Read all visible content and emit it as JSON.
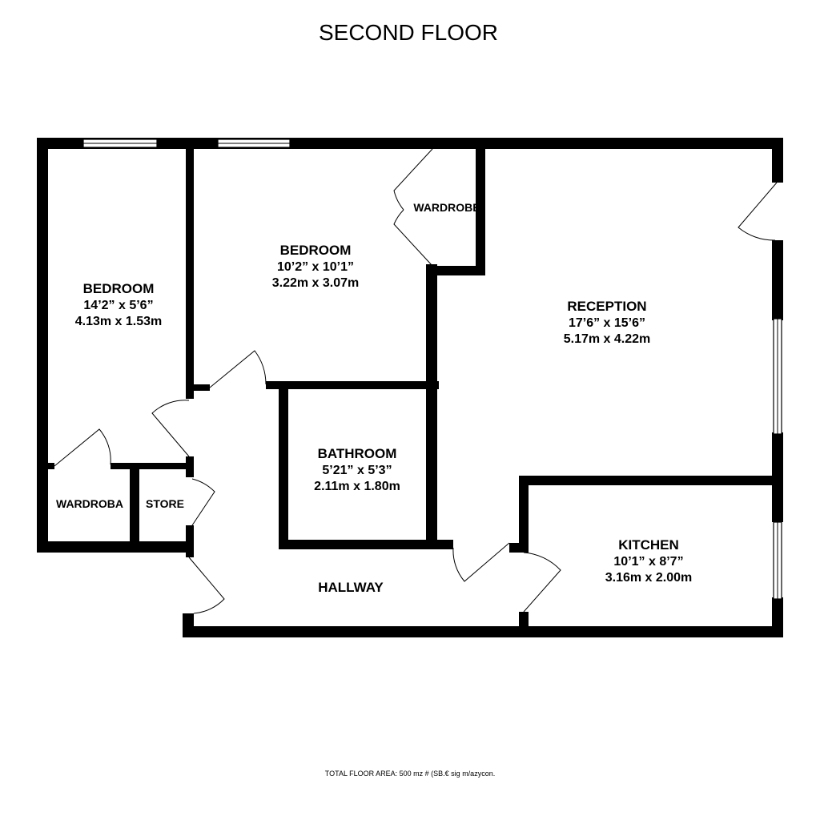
{
  "title": "SECOND FLOOR",
  "rooms": {
    "bedroom1": {
      "name": "BEDROOM",
      "imperial": "14’2” x 5’6”",
      "metric": "4.13m  x 1.53m"
    },
    "bedroom2": {
      "name": "BEDROOM",
      "imperial": "10’2” x 10’1”",
      "metric": "3.22m  x 3.07m"
    },
    "reception": {
      "name": "RECEPTION",
      "imperial": "17’6”  x 15’6”",
      "metric": "5.17m  x 4.22m"
    },
    "bathroom": {
      "name": "BATHROOM",
      "imperial": "5’21”  x 5’3”",
      "metric": "2.11m  x 1.80m"
    },
    "kitchen": {
      "name": "KITCHEN",
      "imperial": "10’1”  x 8’7”",
      "metric": "3.16m  x 2.00m"
    },
    "hallway": {
      "name": "HALLWAY"
    },
    "wardrobe_top": {
      "name": "WARDROBE"
    },
    "wardrobe_left": {
      "name": "WARDROBA"
    },
    "store": {
      "name": "STORE"
    }
  },
  "footer": "TOTAL FLOOR AREA: 500 mz # (SB.€ sig m/azycon."
}
